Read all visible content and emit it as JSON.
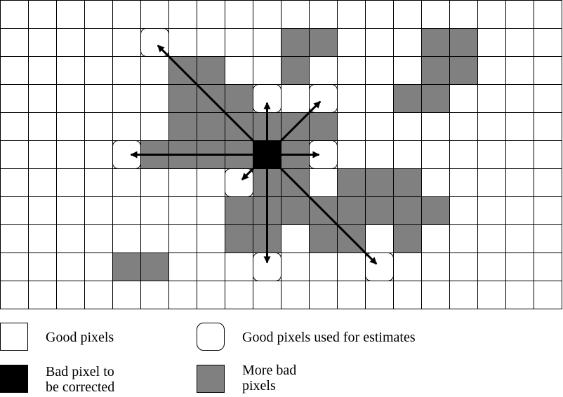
{
  "colors": {
    "good": "#ffffff",
    "bad_target": "#000000",
    "bad_other": "#808080",
    "grid_line": "#000000"
  },
  "grid": {
    "columns": 20,
    "rows": 11,
    "bad_target": {
      "col": 9,
      "row": 5
    },
    "bad_pixels": [
      [
        10,
        1
      ],
      [
        11,
        1
      ],
      [
        15,
        1
      ],
      [
        16,
        1
      ],
      [
        6,
        2
      ],
      [
        7,
        2
      ],
      [
        10,
        2
      ],
      [
        15,
        2
      ],
      [
        16,
        2
      ],
      [
        6,
        3
      ],
      [
        7,
        3
      ],
      [
        8,
        3
      ],
      [
        14,
        3
      ],
      [
        15,
        3
      ],
      [
        6,
        4
      ],
      [
        7,
        4
      ],
      [
        8,
        4
      ],
      [
        9,
        4
      ],
      [
        10,
        4
      ],
      [
        11,
        4
      ],
      [
        5,
        5
      ],
      [
        6,
        5
      ],
      [
        7,
        5
      ],
      [
        8,
        5
      ],
      [
        10,
        5
      ],
      [
        9,
        6
      ],
      [
        10,
        6
      ],
      [
        12,
        6
      ],
      [
        13,
        6
      ],
      [
        14,
        6
      ],
      [
        8,
        7
      ],
      [
        9,
        7
      ],
      [
        10,
        7
      ],
      [
        11,
        7
      ],
      [
        12,
        7
      ],
      [
        13,
        7
      ],
      [
        14,
        7
      ],
      [
        15,
        7
      ],
      [
        8,
        8
      ],
      [
        9,
        8
      ],
      [
        11,
        8
      ],
      [
        12,
        8
      ],
      [
        14,
        8
      ],
      [
        4,
        9
      ],
      [
        5,
        9
      ]
    ],
    "estimate_pixels": [
      [
        5,
        1
      ],
      [
        9,
        3
      ],
      [
        11,
        3
      ],
      [
        4,
        5
      ],
      [
        11,
        5
      ],
      [
        8,
        6
      ],
      [
        9,
        9
      ],
      [
        13,
        9
      ]
    ]
  },
  "legend": {
    "good": "Good pixels",
    "estimates": "Good pixels used for estimates",
    "bad_target": "Bad pixel to\nbe corrected",
    "more_bad": "More bad\npixels"
  }
}
